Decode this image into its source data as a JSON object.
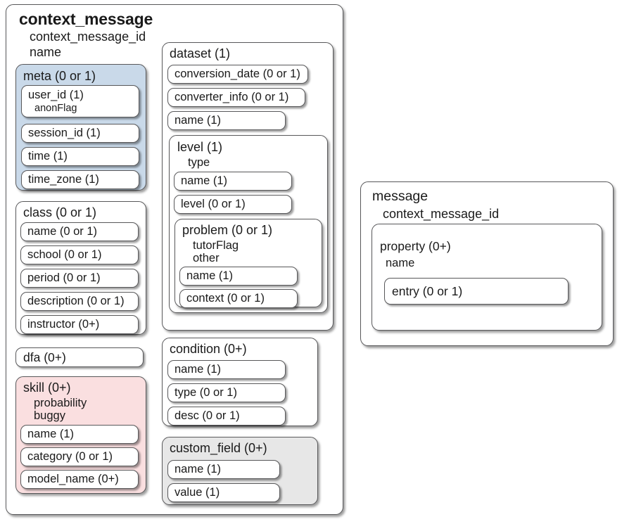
{
  "diagram": {
    "kind": "xml-schema-tree",
    "colors": {
      "stroke": "#58585a",
      "meta_fill": "#c9d9e9",
      "skill_fill": "#fadfe0",
      "custom_field_fill": "#e7e7e7",
      "box_fill": "#ffffff",
      "text": "#1a1a1a"
    }
  },
  "context_message": {
    "title": "context_message",
    "attributes": [
      "context_message_id",
      "name"
    ],
    "meta": {
      "title": "meta (0 or 1)",
      "user_id": {
        "title": "user_id (1)",
        "attributes": [
          "anonFlag"
        ]
      },
      "session_id": "session_id (1)",
      "time": "time (1)",
      "time_zone": "time_zone (1)"
    },
    "class": {
      "title": "class (0 or 1)",
      "fields": [
        "name (0 or 1)",
        "school (0 or 1)",
        "period (0 or 1)",
        "description (0 or 1)",
        "instructor (0+)"
      ]
    },
    "dfa": "dfa (0+)",
    "skill": {
      "title": "skill (0+)",
      "attributes": [
        "probability",
        "buggy"
      ],
      "fields": [
        "name (1)",
        "category (0 or 1)",
        "model_name (0+)"
      ]
    },
    "dataset": {
      "title": "dataset (1)",
      "fields": [
        "conversion_date (0 or 1)",
        "converter_info (0 or 1)",
        "name (1)"
      ],
      "level": {
        "title": "level (1)",
        "attributes": [
          "type"
        ],
        "fields": [
          "name (1)",
          "level (0 or 1)"
        ],
        "problem": {
          "title": "problem (0 or 1)",
          "attributes": [
            "tutorFlag",
            "other"
          ],
          "fields": [
            "name (1)",
            "context (0 or 1)"
          ]
        }
      }
    },
    "condition": {
      "title": "condition (0+)",
      "fields": [
        "name (1)",
        "type (0 or 1)",
        "desc (0 or 1)"
      ]
    },
    "custom_field": {
      "title": "custom_field (0+)",
      "fields": [
        "name (1)",
        "value (1)"
      ]
    }
  },
  "message": {
    "title": "message",
    "attributes": [
      "context_message_id"
    ],
    "property": {
      "title": "property (0+)",
      "attributes": [
        "name"
      ],
      "entry": "entry (0 or 1)"
    }
  }
}
